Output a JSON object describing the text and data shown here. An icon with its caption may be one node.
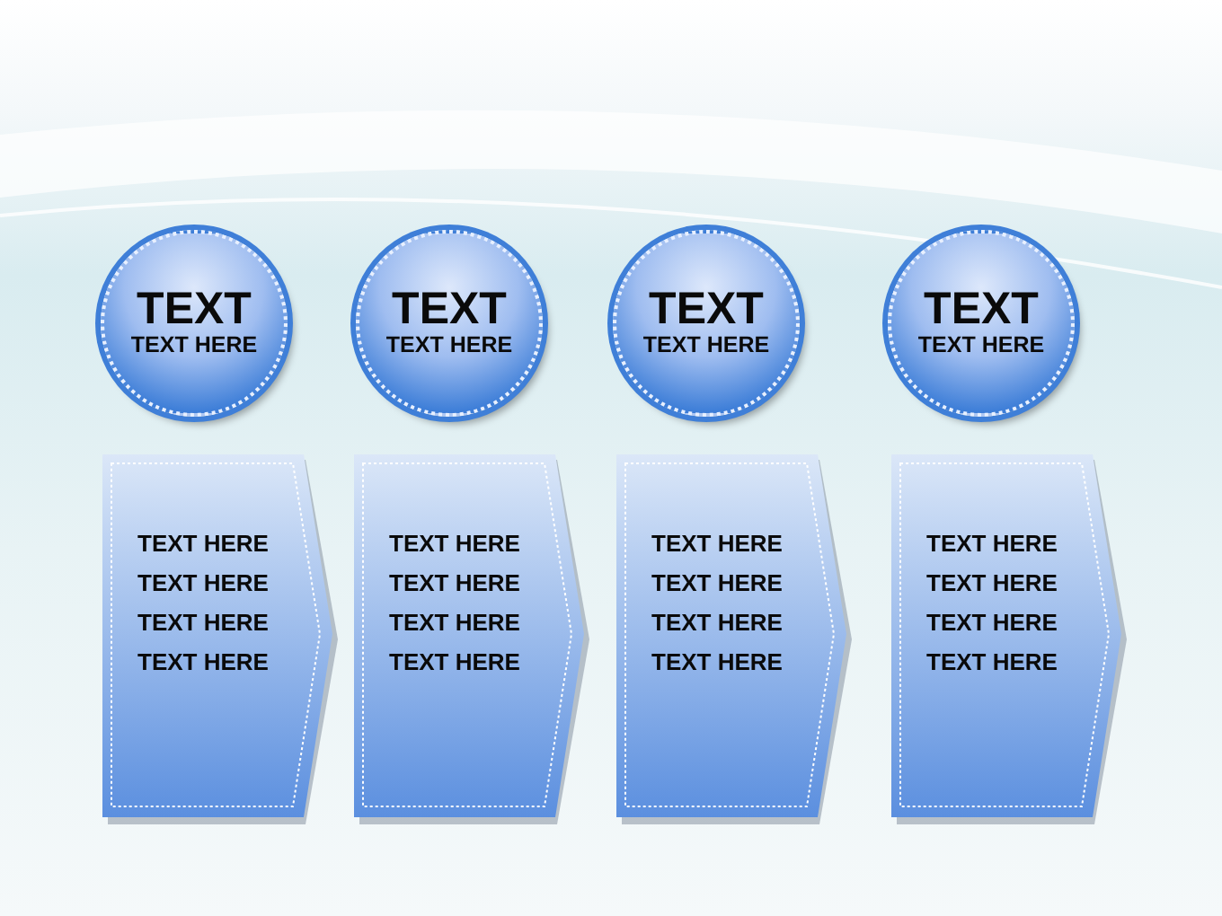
{
  "diagram": {
    "nodes": [
      {
        "text": [
          "TEXT",
          "TEXT HERE"
        ]
      },
      {
        "text": [
          "TEXT",
          "TEXT HERE"
        ]
      },
      {
        "text": [
          "TEXT",
          "TEXT HERE"
        ]
      },
      {
        "text": [
          "TEXT",
          "TEXT HERE"
        ]
      },
      {
        "text": [
          "TEXT HERE",
          "TEXT HERE",
          "TEXT HERE",
          "TEXT HERE"
        ]
      },
      {
        "text": [
          "TEXT HERE",
          "TEXT HERE",
          "TEXT HERE",
          "TEXT HERE"
        ]
      },
      {
        "text": [
          "TEXT HERE",
          "TEXT HERE",
          "TEXT HERE",
          "TEXT HERE"
        ]
      },
      {
        "text": [
          "TEXT HERE",
          "TEXT HERE",
          "TEXT HERE",
          "TEXT HERE"
        ]
      }
    ]
  }
}
